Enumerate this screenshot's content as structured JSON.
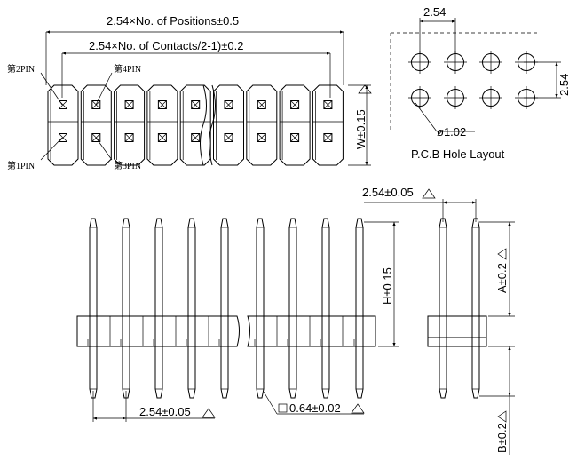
{
  "top_view": {
    "dim_positions": "2.54×No. of Positions±0.5",
    "dim_contacts": "2.54×No. of Contacts/2-1)±0.2",
    "dim_width": "W±0.15",
    "pin_labels": {
      "p2": "第2PIN",
      "p4": "第4PIN",
      "p1": "第1PIN",
      "p3": "第3PIN"
    }
  },
  "pcb": {
    "pitch_top": "2.54",
    "pitch_side": "2.54",
    "hole_dia": "ø1.02",
    "title": "P.C.B Hole Layout"
  },
  "front_view": {
    "dim_h": "H±0.15",
    "dim_pitch": "2.54±0.05",
    "dim_pin": "0.64±0.02"
  },
  "side_view": {
    "dim_pitch": "2.54±0.05",
    "dim_a": "A±0.2",
    "dim_b": "B±0.2"
  }
}
